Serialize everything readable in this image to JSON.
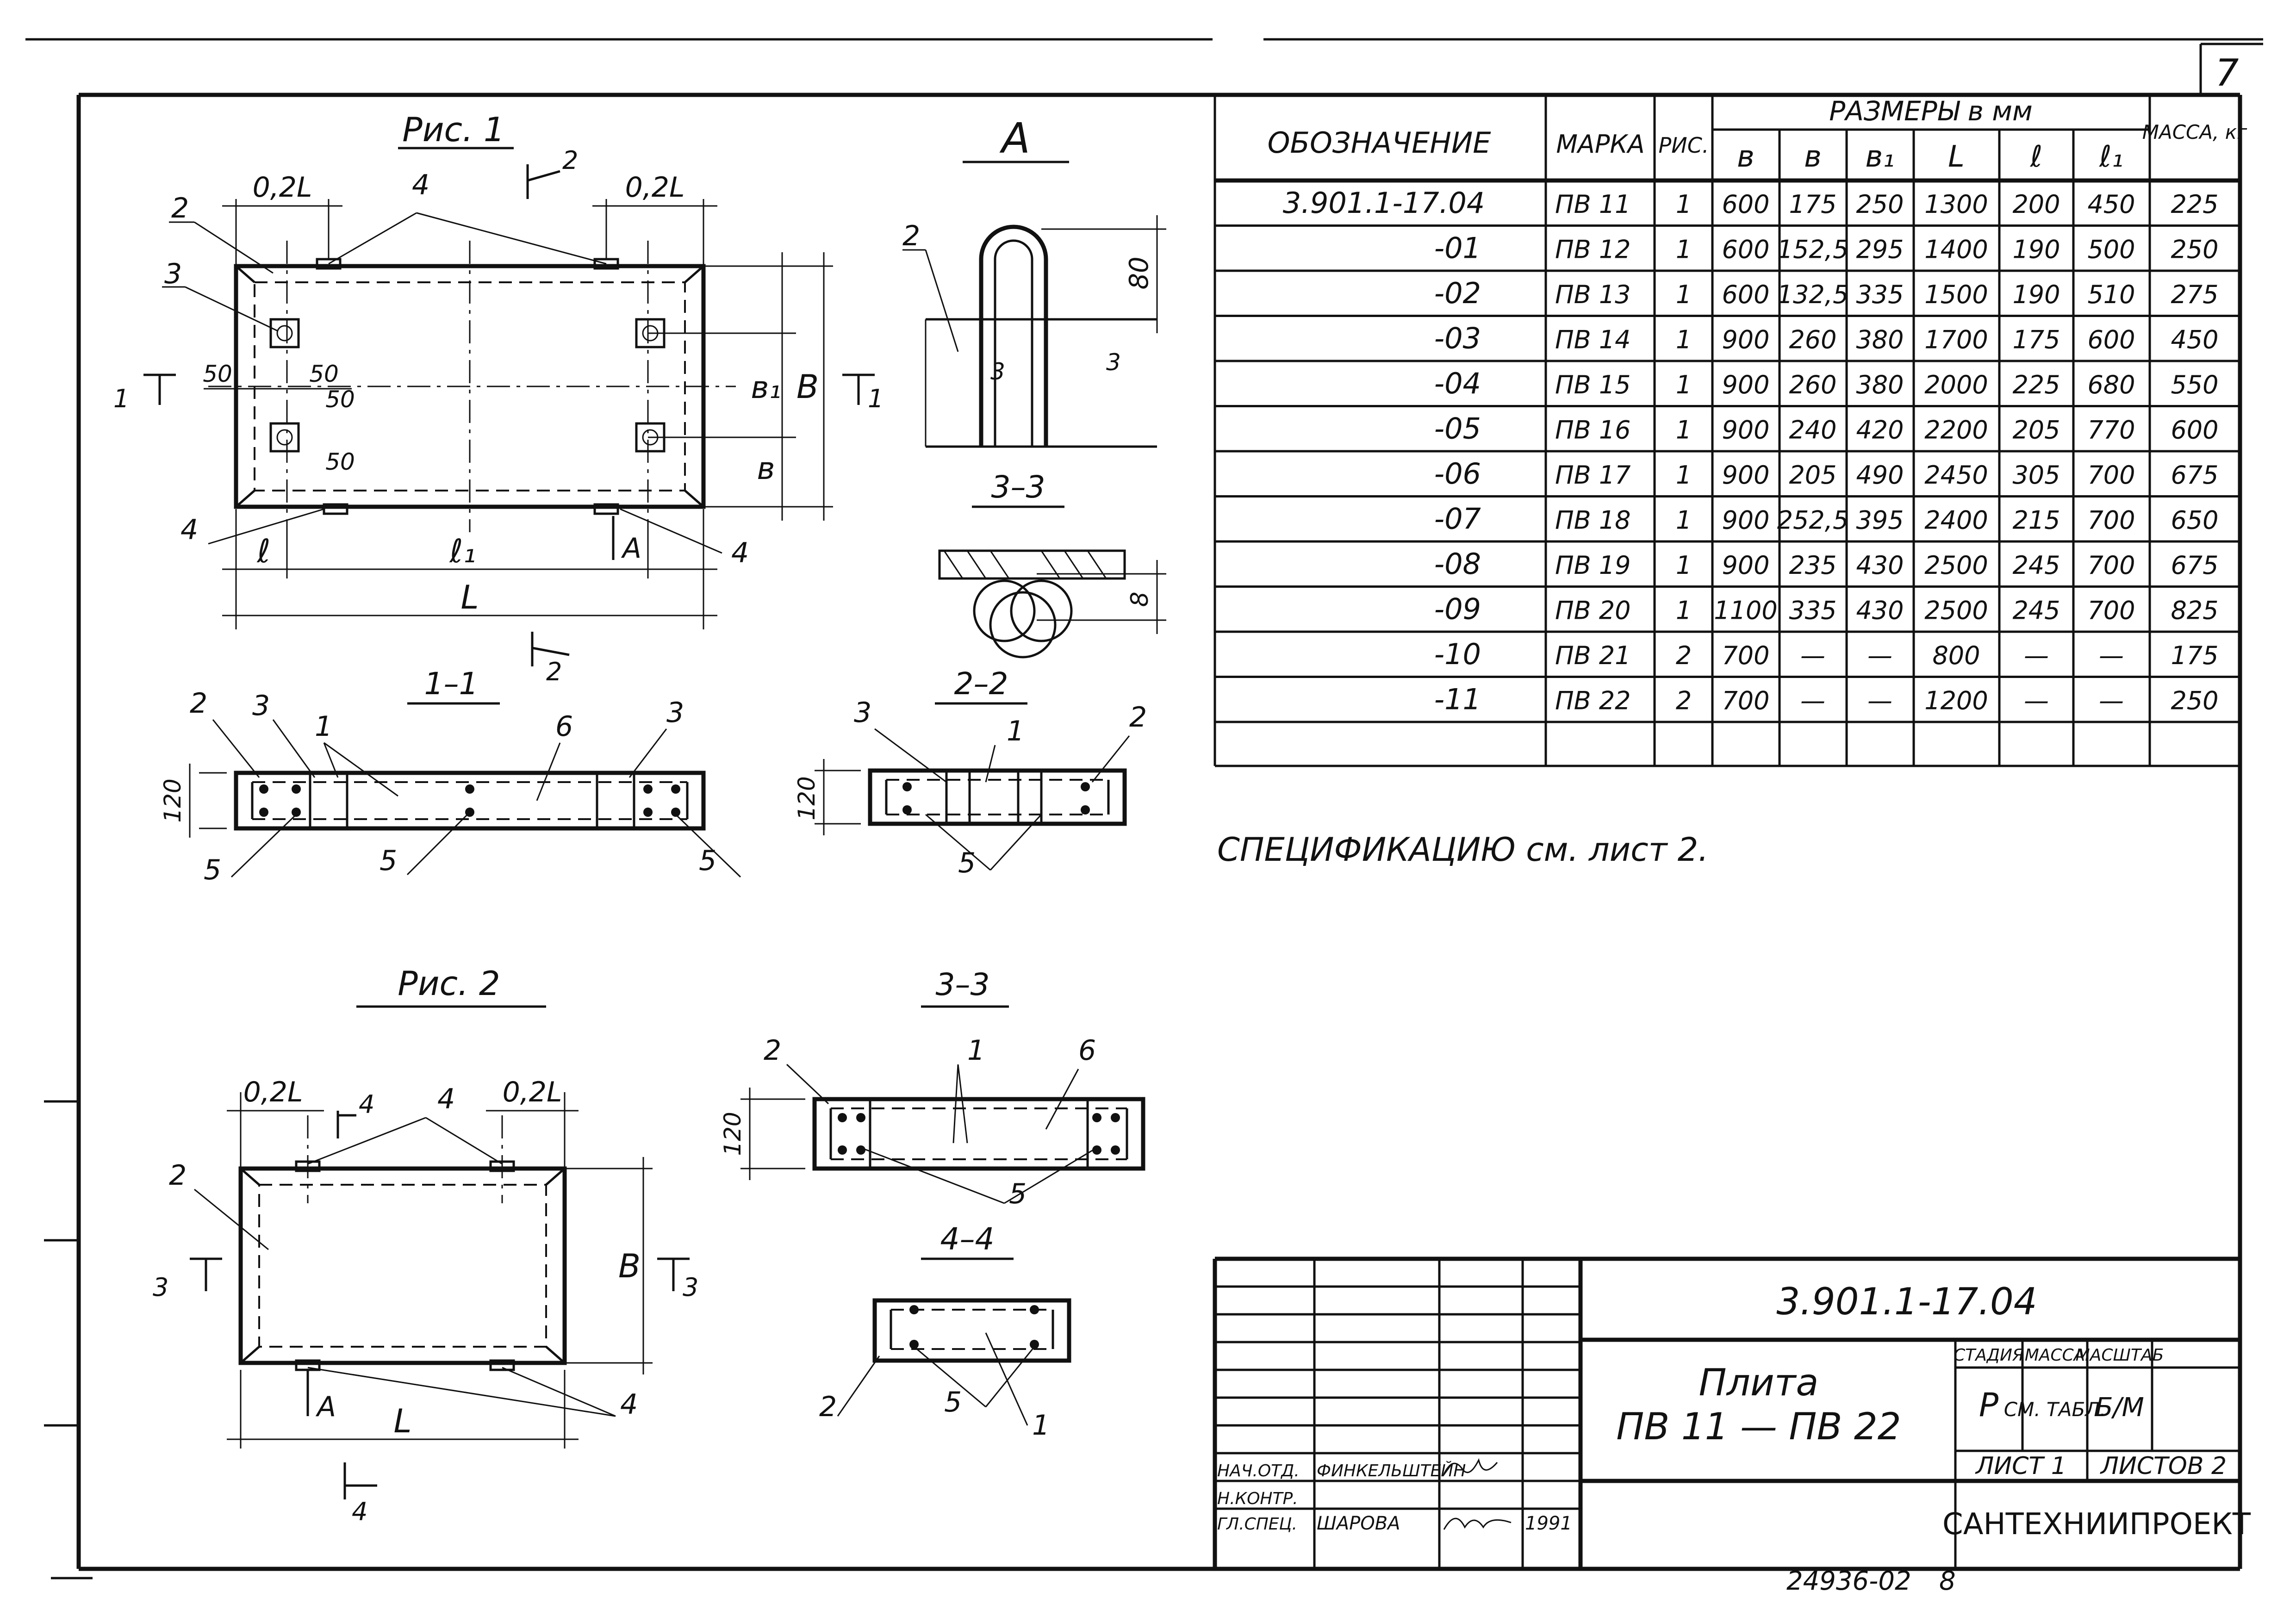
{
  "sheet": {
    "page_number": "7",
    "bottom_code": "24936-02",
    "bottom_page": "8"
  },
  "drawing": {
    "fig1_title": "Рис. 1",
    "fig2_title": "Рис. 2",
    "view_a_title": "А",
    "sec_1_1": "1–1",
    "sec_2_2": "2–2",
    "sec_3_3_detail": "3–3",
    "sec_3_3": "3–3",
    "sec_4_4": "4–4",
    "dim_02L": "0,2L",
    "dim_L": "L",
    "dim_l": "ℓ",
    "dim_l1": "ℓ₁",
    "dim_B": "В",
    "dim_b": "в",
    "dim_b1": "в₁",
    "dim_50": "50",
    "dim_120": "120",
    "dim_80": "80",
    "dim_8": "8",
    "mark_A": "А",
    "callouts": [
      "1",
      "2",
      "3",
      "4",
      "5",
      "6"
    ],
    "section_marks": [
      "1",
      "2",
      "3",
      "4"
    ]
  },
  "table": {
    "headers": {
      "oboznachenie": "ОБОЗНАЧЕНИЕ",
      "marka": "МАРКА",
      "ris": "РИС.",
      "razmery": "РАЗМЕРЫ  в  мм",
      "b_upper": "в",
      "b_lower": "в",
      "b1": "в₁",
      "L": "L",
      "l": "ℓ",
      "l1": "ℓ₁",
      "massa": "МАССА, кг"
    },
    "rows": [
      [
        "3.901.1-17.04",
        "ПВ 11",
        "1",
        "600",
        "175",
        "250",
        "1300",
        "200",
        "450",
        "225"
      ],
      [
        "-01",
        "ПВ 12",
        "1",
        "600",
        "152,5",
        "295",
        "1400",
        "190",
        "500",
        "250"
      ],
      [
        "-02",
        "ПВ 13",
        "1",
        "600",
        "132,5",
        "335",
        "1500",
        "190",
        "510",
        "275"
      ],
      [
        "-03",
        "ПВ 14",
        "1",
        "900",
        "260",
        "380",
        "1700",
        "175",
        "600",
        "450"
      ],
      [
        "-04",
        "ПВ 15",
        "1",
        "900",
        "260",
        "380",
        "2000",
        "225",
        "680",
        "550"
      ],
      [
        "-05",
        "ПВ 16",
        "1",
        "900",
        "240",
        "420",
        "2200",
        "205",
        "770",
        "600"
      ],
      [
        "-06",
        "ПВ 17",
        "1",
        "900",
        "205",
        "490",
        "2450",
        "305",
        "700",
        "675"
      ],
      [
        "-07",
        "ПВ 18",
        "1",
        "900",
        "252,5",
        "395",
        "2400",
        "215",
        "700",
        "650"
      ],
      [
        "-08",
        "ПВ 19",
        "1",
        "900",
        "235",
        "430",
        "2500",
        "245",
        "700",
        "675"
      ],
      [
        "-09",
        "ПВ 20",
        "1",
        "1100",
        "335",
        "430",
        "2500",
        "245",
        "700",
        "825"
      ],
      [
        "-10",
        "ПВ 21",
        "2",
        "700",
        "—",
        "—",
        "800",
        "—",
        "—",
        "175"
      ],
      [
        "-11",
        "ПВ 22",
        "2",
        "700",
        "—",
        "—",
        "1200",
        "—",
        "—",
        "250"
      ]
    ],
    "note": "СПЕЦИФИКАЦИЮ  см. лист  2."
  },
  "title_block": {
    "doc_code": "3.901.1-17.04",
    "name_line1": "Плита",
    "name_line2": "ПВ 11 — ПВ 22",
    "stadiya_label": "СТАДИЯ",
    "massa_label": "МАССА",
    "masshtab_label": "МАСШТАБ",
    "stadiya_value": "Р",
    "massa_value": "СМ. ТАБЛ.",
    "masshtab_value": "Б/М",
    "list_label": "ЛИСТ 1",
    "listov_label": "ЛИСТОВ 2",
    "organization": "САНТЕХНИИПРОЕКТ",
    "role1": "НАЧ.ОТД.",
    "name1": "ФИНКЕЛЬШТЕЙН",
    "role2": "Н.КОНТР.",
    "role3": "ГЛ.СПЕЦ.",
    "name3": "ШАРОВА",
    "date3": "1991"
  }
}
